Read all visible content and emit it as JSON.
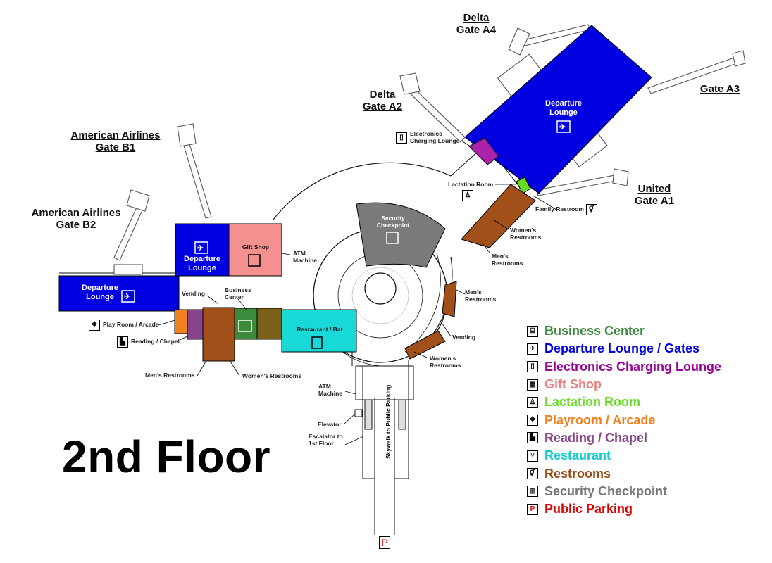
{
  "gates": {
    "a4": {
      "airline": "Delta",
      "gate": "Gate A4"
    },
    "a3": {
      "gate": "Gate A3"
    },
    "a2": {
      "airline": "Delta",
      "gate": "Gate A2"
    },
    "a1": {
      "airline": "United",
      "gate": "Gate A1"
    },
    "b1": {
      "airline": "American Airlines",
      "gate": "Gate B1"
    },
    "b2": {
      "airline": "American Airlines",
      "gate": "Gate B2"
    }
  },
  "rooms": {
    "departure_lounge_a": "Departure Lounge",
    "departure_lounge_b1": "Departure Lounge",
    "departure_lounge_b2": "Departure Lounge",
    "gift_shop": "Gift Shop",
    "security_checkpoint": "Security Checkpoint",
    "restaurant_bar": "Restaurant / Bar"
  },
  "labels": {
    "electronics_charging_lounge": "Electronics Charging Lounge",
    "lactation_room": "Lactation Room",
    "family_restroom": "Family Restroom",
    "womens_restrooms_a": "Women's Restrooms",
    "mens_restrooms_a": "Men's Restrooms",
    "mens_restrooms_c": "Men's Restrooms",
    "vending_c": "Vending",
    "womens_restrooms_c": "Women's Restrooms",
    "atm_upper": "ATM Machine",
    "atm_lower": "ATM Machine",
    "vending_b": "Vending",
    "business_center": "Business Center",
    "play_room_arcade": "Play Room / Arcade",
    "reading_chapel": "Reading / Chapel",
    "mens_restrooms_b": "Men's Restrooms",
    "womens_restrooms_b": "Women's Restrooms",
    "elevator": "Elevator",
    "escalator": "Escalator to 1st Floor",
    "skywalk": "Skywalk to Public Parking",
    "parking_symbol": "P"
  },
  "floor_title": "2nd Floor",
  "legend": [
    {
      "label": "Business Center",
      "color": "#3c8a3c",
      "icon": "business-center-icon",
      "glyph": "⌸"
    },
    {
      "label": "Departure Lounge / Gates",
      "color": "#0000e0",
      "icon": "departure-icon",
      "glyph": "✈"
    },
    {
      "label": "Electronics Charging Lounge",
      "color": "#990099",
      "icon": "charging-icon",
      "glyph": "▯"
    },
    {
      "label": "Gift Shop",
      "color": "#f08080",
      "icon": "gift-shop-icon",
      "glyph": "▦"
    },
    {
      "label": "Lactation Room",
      "color": "#66dd22",
      "icon": "lactation-icon",
      "glyph": "♙"
    },
    {
      "label": "Playroom / Arcade",
      "color": "#f08020",
      "icon": "playroom-icon",
      "glyph": "❖"
    },
    {
      "label": "Reading / Chapel",
      "color": "#884488",
      "icon": "reading-icon",
      "glyph": "▙"
    },
    {
      "label": "Restaurant",
      "color": "#11cccc",
      "icon": "restaurant-icon",
      "glyph": "⑂"
    },
    {
      "label": "Restrooms",
      "color": "#9a4a14",
      "icon": "restroom-icon",
      "glyph": "⚥"
    },
    {
      "label": "Security Checkpoint",
      "color": "#777777",
      "icon": "security-icon",
      "glyph": "▥"
    },
    {
      "label": "Public Parking",
      "color": "#e00000",
      "icon": "parking-icon",
      "glyph": "P"
    }
  ],
  "colors": {
    "departure": "#0000e0",
    "gift_shop": "#f49090",
    "security": "#7a7a7a",
    "restaurant": "#18d8d8",
    "restroom": "#a05018",
    "business": "#3c8a3c",
    "olive": "#7a6018",
    "charging": "#aa22aa",
    "lactation": "#66dd22",
    "playroom": "#f08020",
    "reading": "#884488"
  }
}
